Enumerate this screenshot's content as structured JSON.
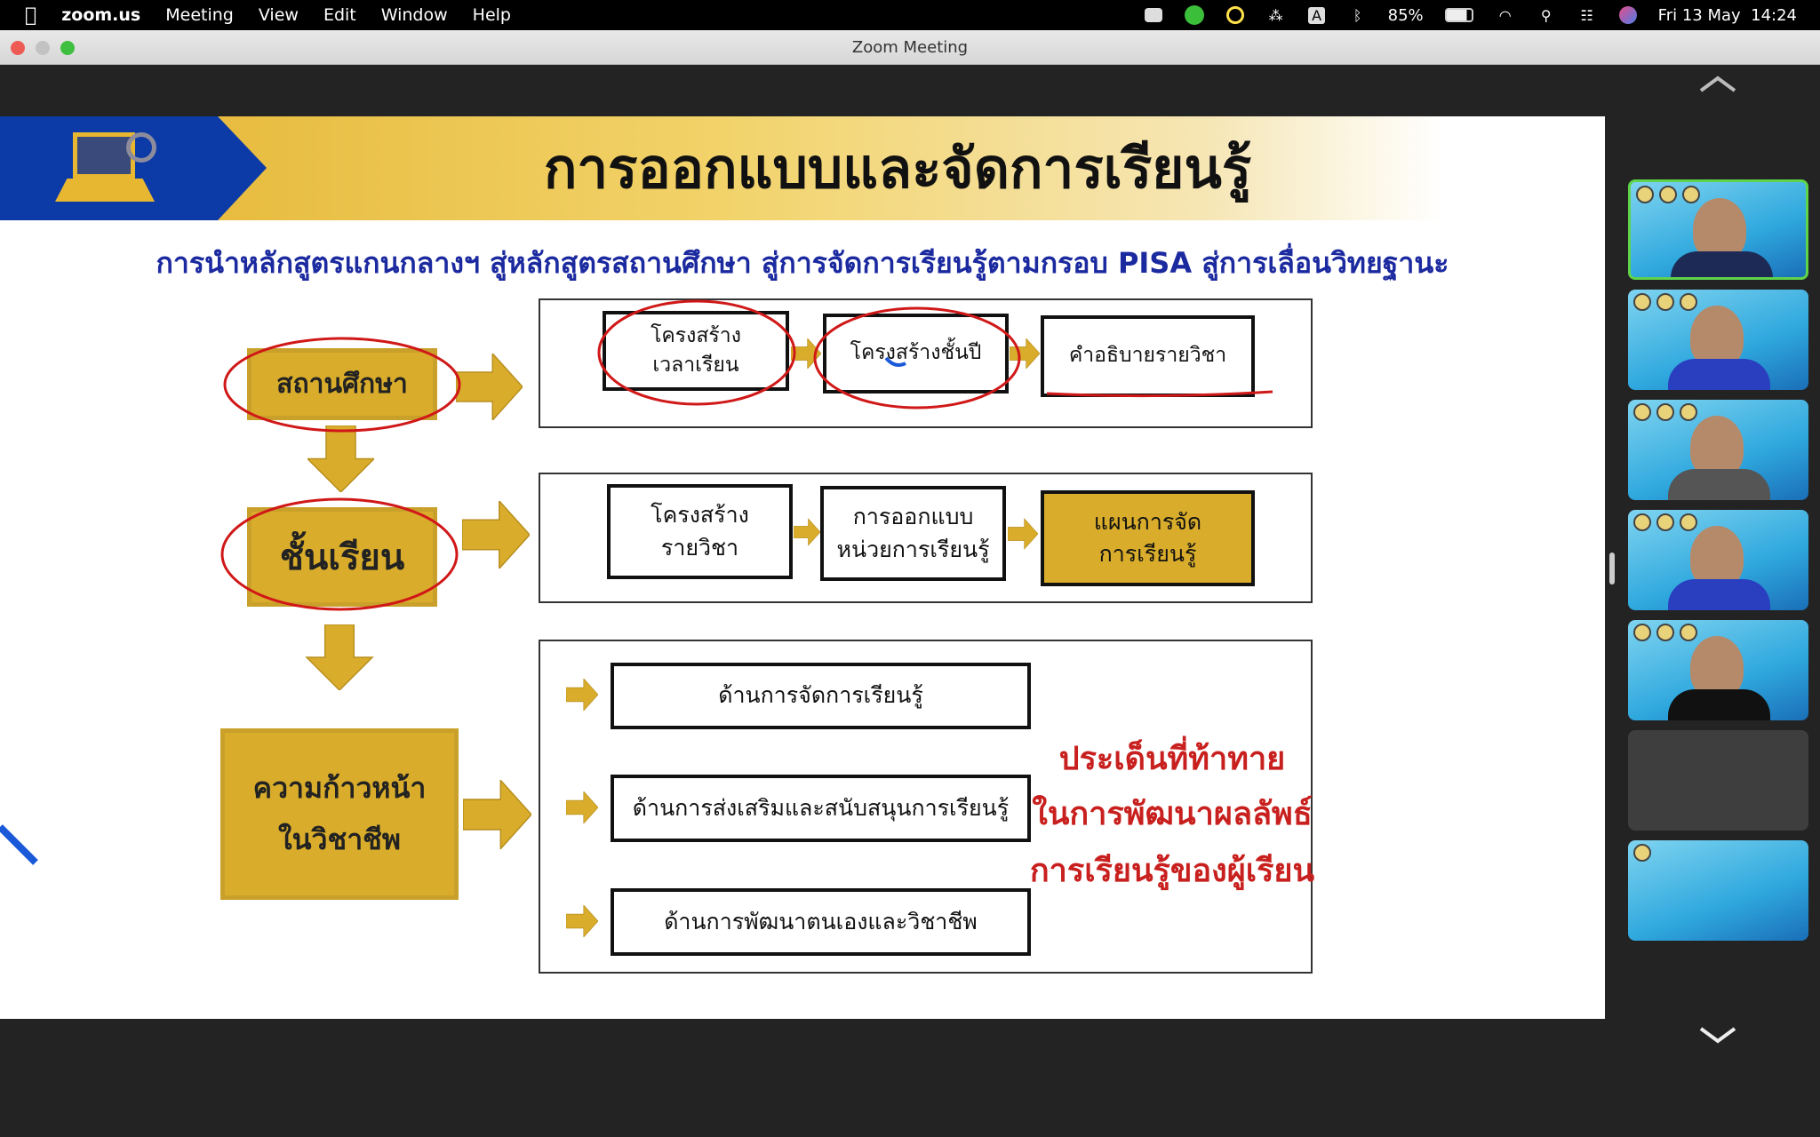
{
  "menubar": {
    "app": "zoom.us",
    "items": [
      "Meeting",
      "View",
      "Edit",
      "Window",
      "Help"
    ],
    "battery": "85%",
    "datetime": "Fri 13 May  14:24",
    "status_icons": [
      "zoom-video-icon",
      "line-icon",
      "speed-icon",
      "brightness-icon",
      "input-a-icon",
      "bluetooth-icon",
      "battery-icon",
      "wifi-icon",
      "search-icon",
      "control-center-icon",
      "siri-icon"
    ],
    "input_label": "A"
  },
  "window": {
    "title": "Zoom Meeting"
  },
  "slide": {
    "title": "การออกแบบและจัดการเรียนรู้",
    "subtitle": "การนำหลักสูตรแกนกลางฯ สู่หลักสูตรสถานศึกษา สู่การจัดการเรียนรู้ตามกรอบ PISA สู่การเลื่อนวิทยฐานะ",
    "levels": [
      "สถานศึกษา",
      "ชั้นเรียน",
      "ความก้าวหน้าในวิชาชีพ"
    ],
    "row1": [
      "โครงสร้าง\nเวลาเรียน",
      "โครงสร้างชั้นปี",
      "คำอธิบายรายวิชา"
    ],
    "row2": [
      "โครงสร้าง\nรายวิชา",
      "การออกแบบ\nหน่วยการเรียนรู้",
      "แผนการจัด\nการเรียนรู้"
    ],
    "row3": [
      "ด้านการจัดการเรียนรู้",
      "ด้านการส่งเสริมและสนับสนุนการเรียนรู้",
      "ด้านการพัฒนาตนเองและวิชาชีพ"
    ],
    "challenge": [
      "ประเด็นที่ท้าทาย",
      "ในการพัฒนาผลลัพธ์",
      "การเรียนรู้ของผู้เรียน"
    ],
    "accent": "#d9ad2b",
    "annotation_color": "#d01818"
  },
  "participants": {
    "count": 7,
    "active_color": "#5fd34a"
  }
}
